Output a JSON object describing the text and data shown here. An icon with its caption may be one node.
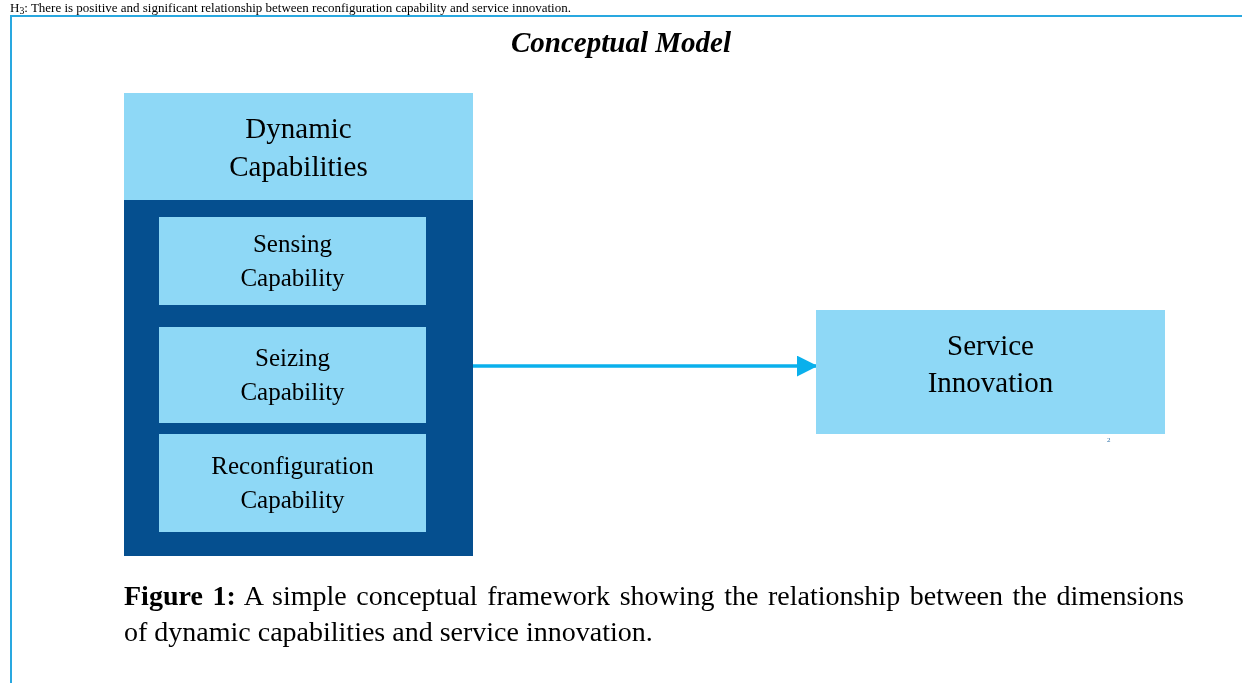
{
  "diagram": {
    "title": "Conceptual Model",
    "caption": "**Figure 1:** A simple conceptual framework showing the relationship between the dimensions of dynamic capabilities and service innovation.",
    "nodes": [
      {
        "text": [
          "Dynamic Capabilities"
        ]
      },
      {
        "text": [
          "Sensing Capability"
        ],
        "in": 0
      },
      {
        "text": [
          "Seizing Capability"
        ],
        "in": 0
      },
      {
        "text": [
          "Reconfiguration Capability"
        ],
        "in": 0
      },
      {
        "text": [
          "Service Innovation"
        ]
      }
    ],
    "edges": [
      {
        "from": 0,
        "to": 4,
        "arrow": "to"
      }
    ],
    "labels": [
      "H$_{3}$: There is positive and significant relationship between reconfiguration capability and service innovation.",
      "2"
    ]
  }
}
